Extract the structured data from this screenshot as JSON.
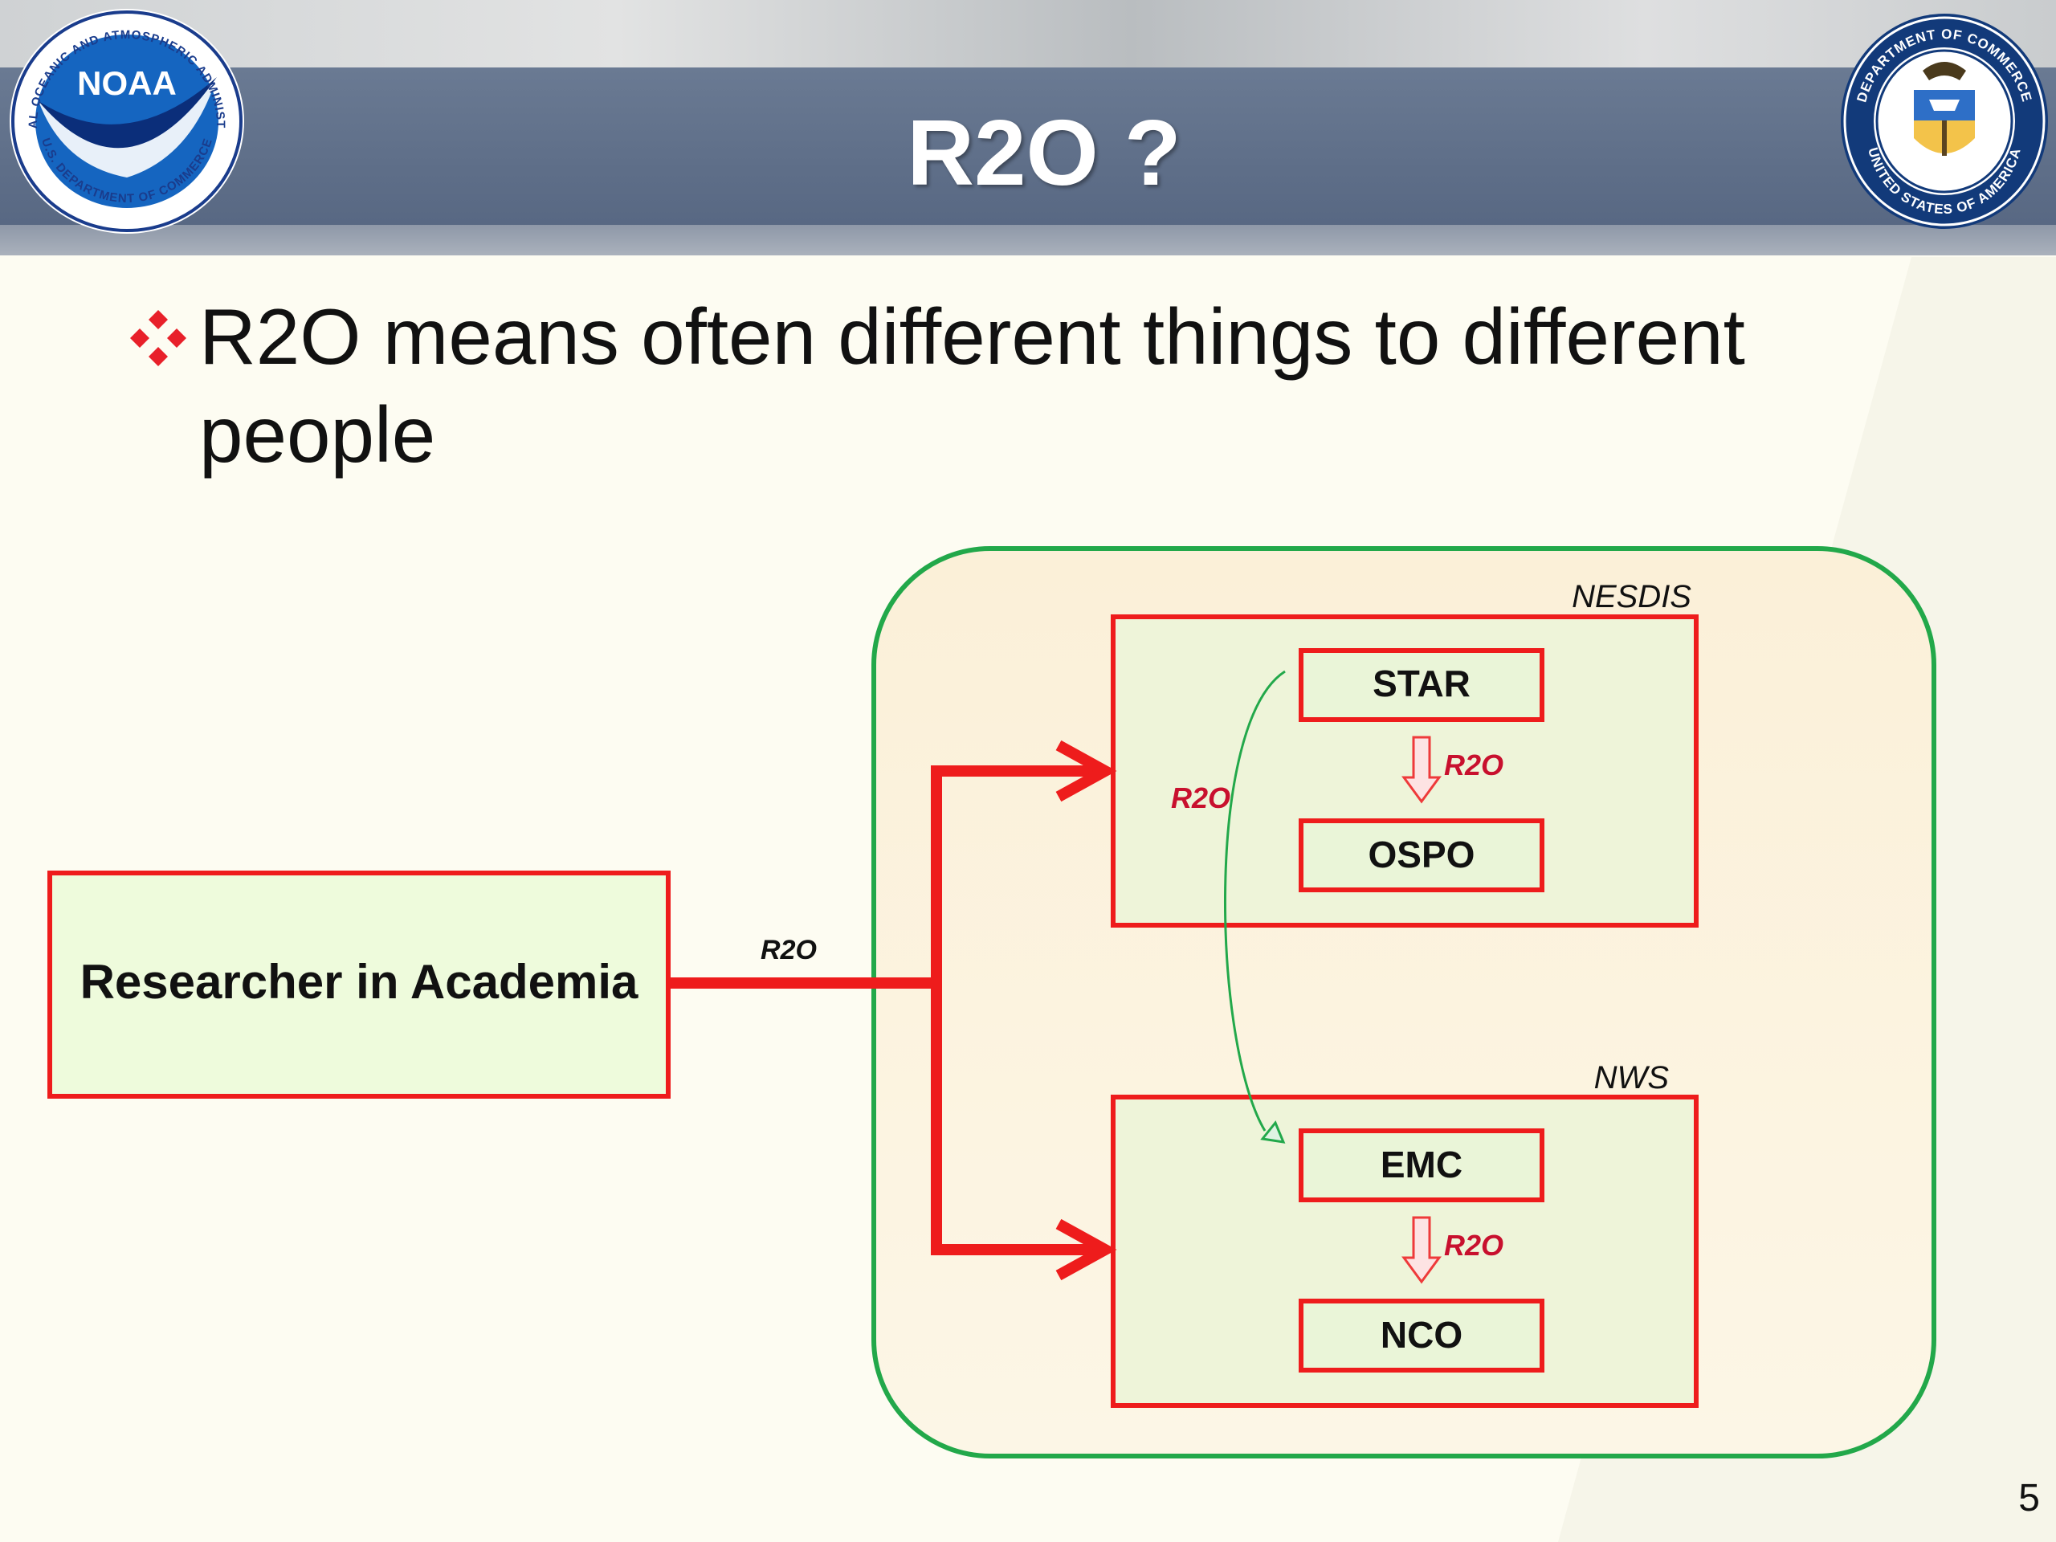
{
  "slide": {
    "title": "R2O ?",
    "bullet": "R2O means often different things to different people",
    "page_number": "5"
  },
  "logos": {
    "noaa": {
      "center_text": "NOAA",
      "ring_top": "NATIONAL OCEANIC AND ATMOSPHERIC ADMINISTRATION",
      "ring_bottom": "U.S. DEPARTMENT OF COMMERCE"
    },
    "doc_seal": {
      "ring_top": "DEPARTMENT OF COMMERCE",
      "ring_bottom": "UNITED STATES OF AMERICA"
    }
  },
  "diagram": {
    "researcher": "Researcher in Academia",
    "main_arrow_label": "R2O",
    "nesdis": {
      "label": "NESDIS",
      "top_box": "STAR",
      "bottom_box": "OSPO",
      "arrow_label": "R2O"
    },
    "nws": {
      "label": "NWS",
      "top_box": "EMC",
      "bottom_box": "NCO",
      "arrow_label": "R2O"
    },
    "cross_label": "R2O"
  },
  "colors": {
    "red": "#ee1c1c",
    "green": "#22a84a",
    "dark_red_label": "#c8102e",
    "box_fill": "#eaf5d8",
    "outer_fill": "#fbf1dc",
    "header_band": "#5f6f89"
  }
}
